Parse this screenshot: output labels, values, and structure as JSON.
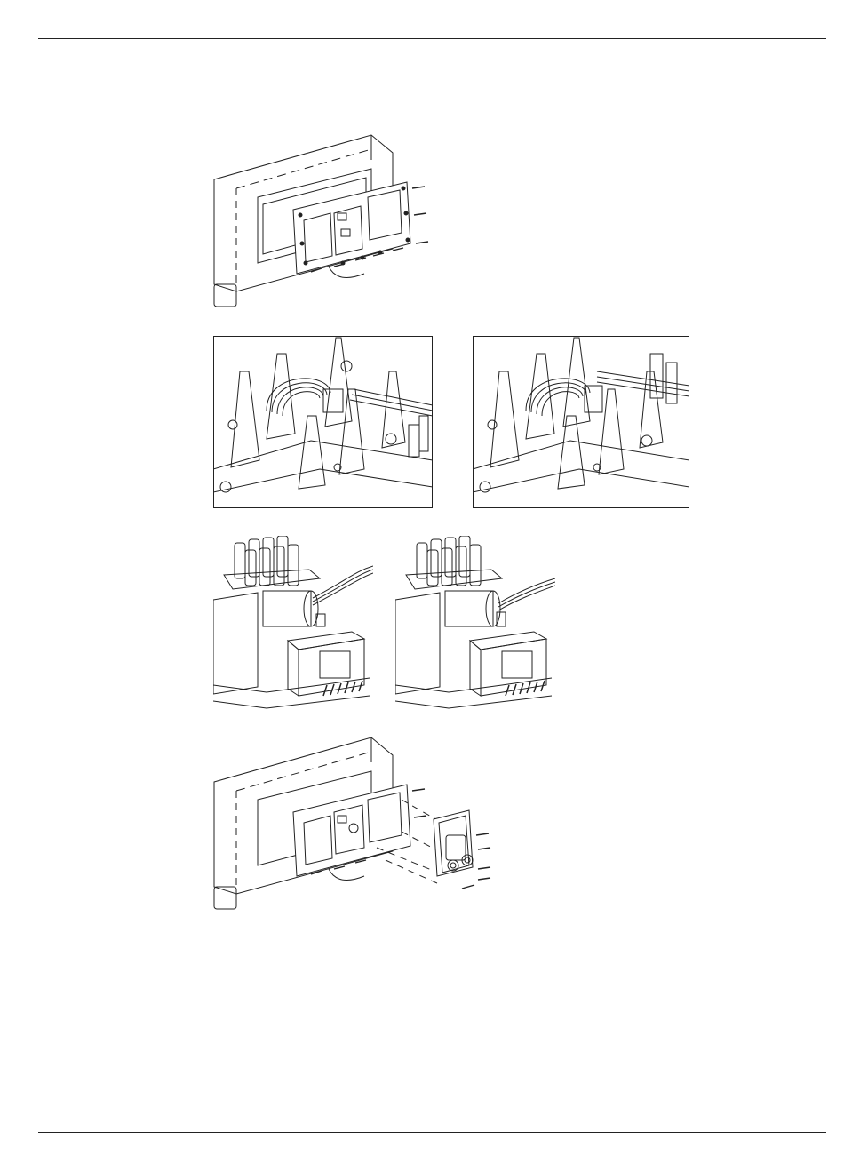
{
  "page": {
    "type": "technical-manual-illustration-page",
    "line_color": "#222222",
    "background": "#ffffff"
  },
  "figures": [
    {
      "id": "fig1",
      "depicts": "housing-with-mounting-plate-exploded-view-icon"
    },
    {
      "id": "fig2",
      "depicts": "internal-wiring-connector-detail-icon"
    },
    {
      "id": "fig3",
      "depicts": "internal-wiring-connector-detail-variant-icon"
    },
    {
      "id": "fig4",
      "depicts": "capacitor-transformer-assembly-icon"
    },
    {
      "id": "fig5",
      "depicts": "capacitor-transformer-assembly-variant-icon"
    },
    {
      "id": "fig6",
      "depicts": "housing-with-connector-module-exploded-view-icon"
    }
  ]
}
